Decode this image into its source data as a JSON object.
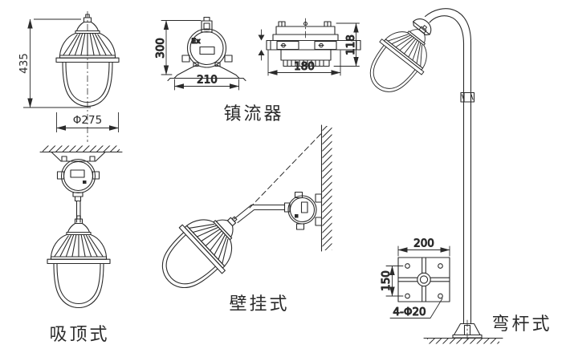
{
  "figures": {
    "lamp_front_view": {
      "height_dim": "435",
      "diameter_dim": "Φ275"
    },
    "ballast": {
      "label": "镇流器",
      "ex_marking": "Ex",
      "front_height_dim": "300",
      "front_width_dim": "210",
      "side_width_dim": "180",
      "side_height_dim": "118"
    },
    "ceiling_mount": {
      "label": "吸顶式"
    },
    "wall_mount": {
      "label": "壁挂式"
    },
    "bent_pole": {
      "label": "弯杆式"
    },
    "pole_base_plate": {
      "width_dim": "200",
      "hole_spacing_dim": "150",
      "holes_label": "4-Φ20"
    }
  },
  "colors": {
    "line": "#2b2b2b",
    "background": "#ffffff"
  }
}
